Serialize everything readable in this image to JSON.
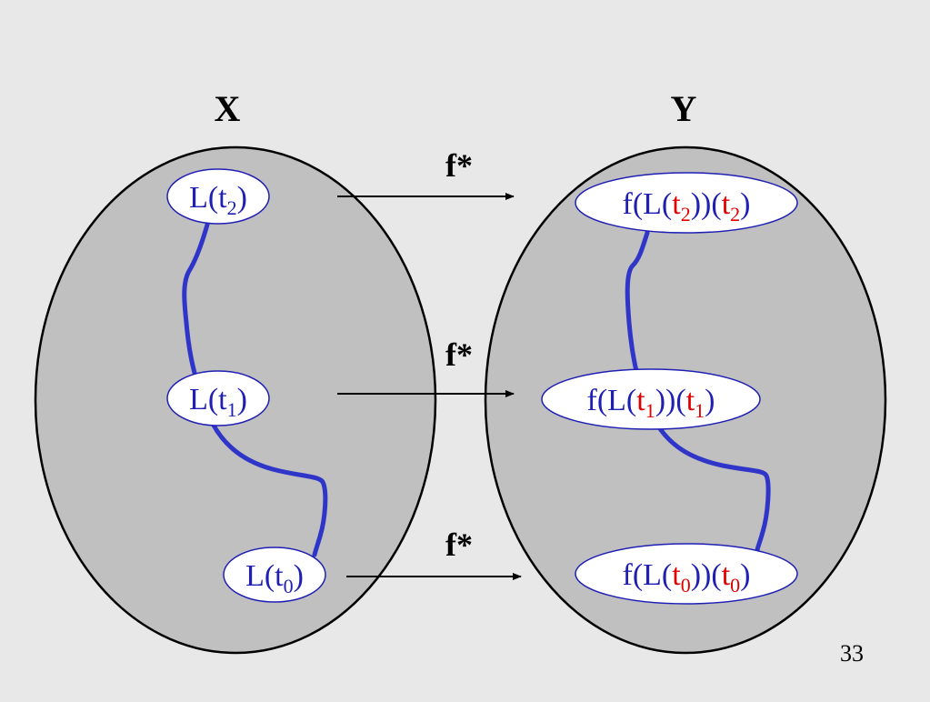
{
  "colors": {
    "background": "#e8e8e8",
    "set_fill": "#c0c0c0",
    "node_text": "#1f1fb4",
    "highlight": "#e00000",
    "path": "#2f35c8"
  },
  "sets": {
    "left_label": "X",
    "right_label": "Y"
  },
  "arrows": {
    "top_label": "f*",
    "middle_label": "f*",
    "bottom_label": "f*"
  },
  "left_nodes": [
    {
      "prefix": "L(t",
      "sub": "2",
      "suffix": ")"
    },
    {
      "prefix": "L(t",
      "sub": "1",
      "suffix": ")"
    },
    {
      "prefix": "L(t",
      "sub": "0",
      "suffix": ")"
    }
  ],
  "right_nodes": [
    {
      "a": "f(L(",
      "t1": "t",
      "s1": "2",
      "b": "))(",
      "t2": "t",
      "s2": "2",
      "c": ")"
    },
    {
      "a": "f(L(",
      "t1": "t",
      "s1": "1",
      "b": "))(",
      "t2": "t",
      "s2": "1",
      "c": ")"
    },
    {
      "a": "f(L(",
      "t1": "t",
      "s1": "0",
      "b": "))(",
      "t2": "t",
      "s2": "0",
      "c": ")"
    }
  ],
  "page_number": "33"
}
